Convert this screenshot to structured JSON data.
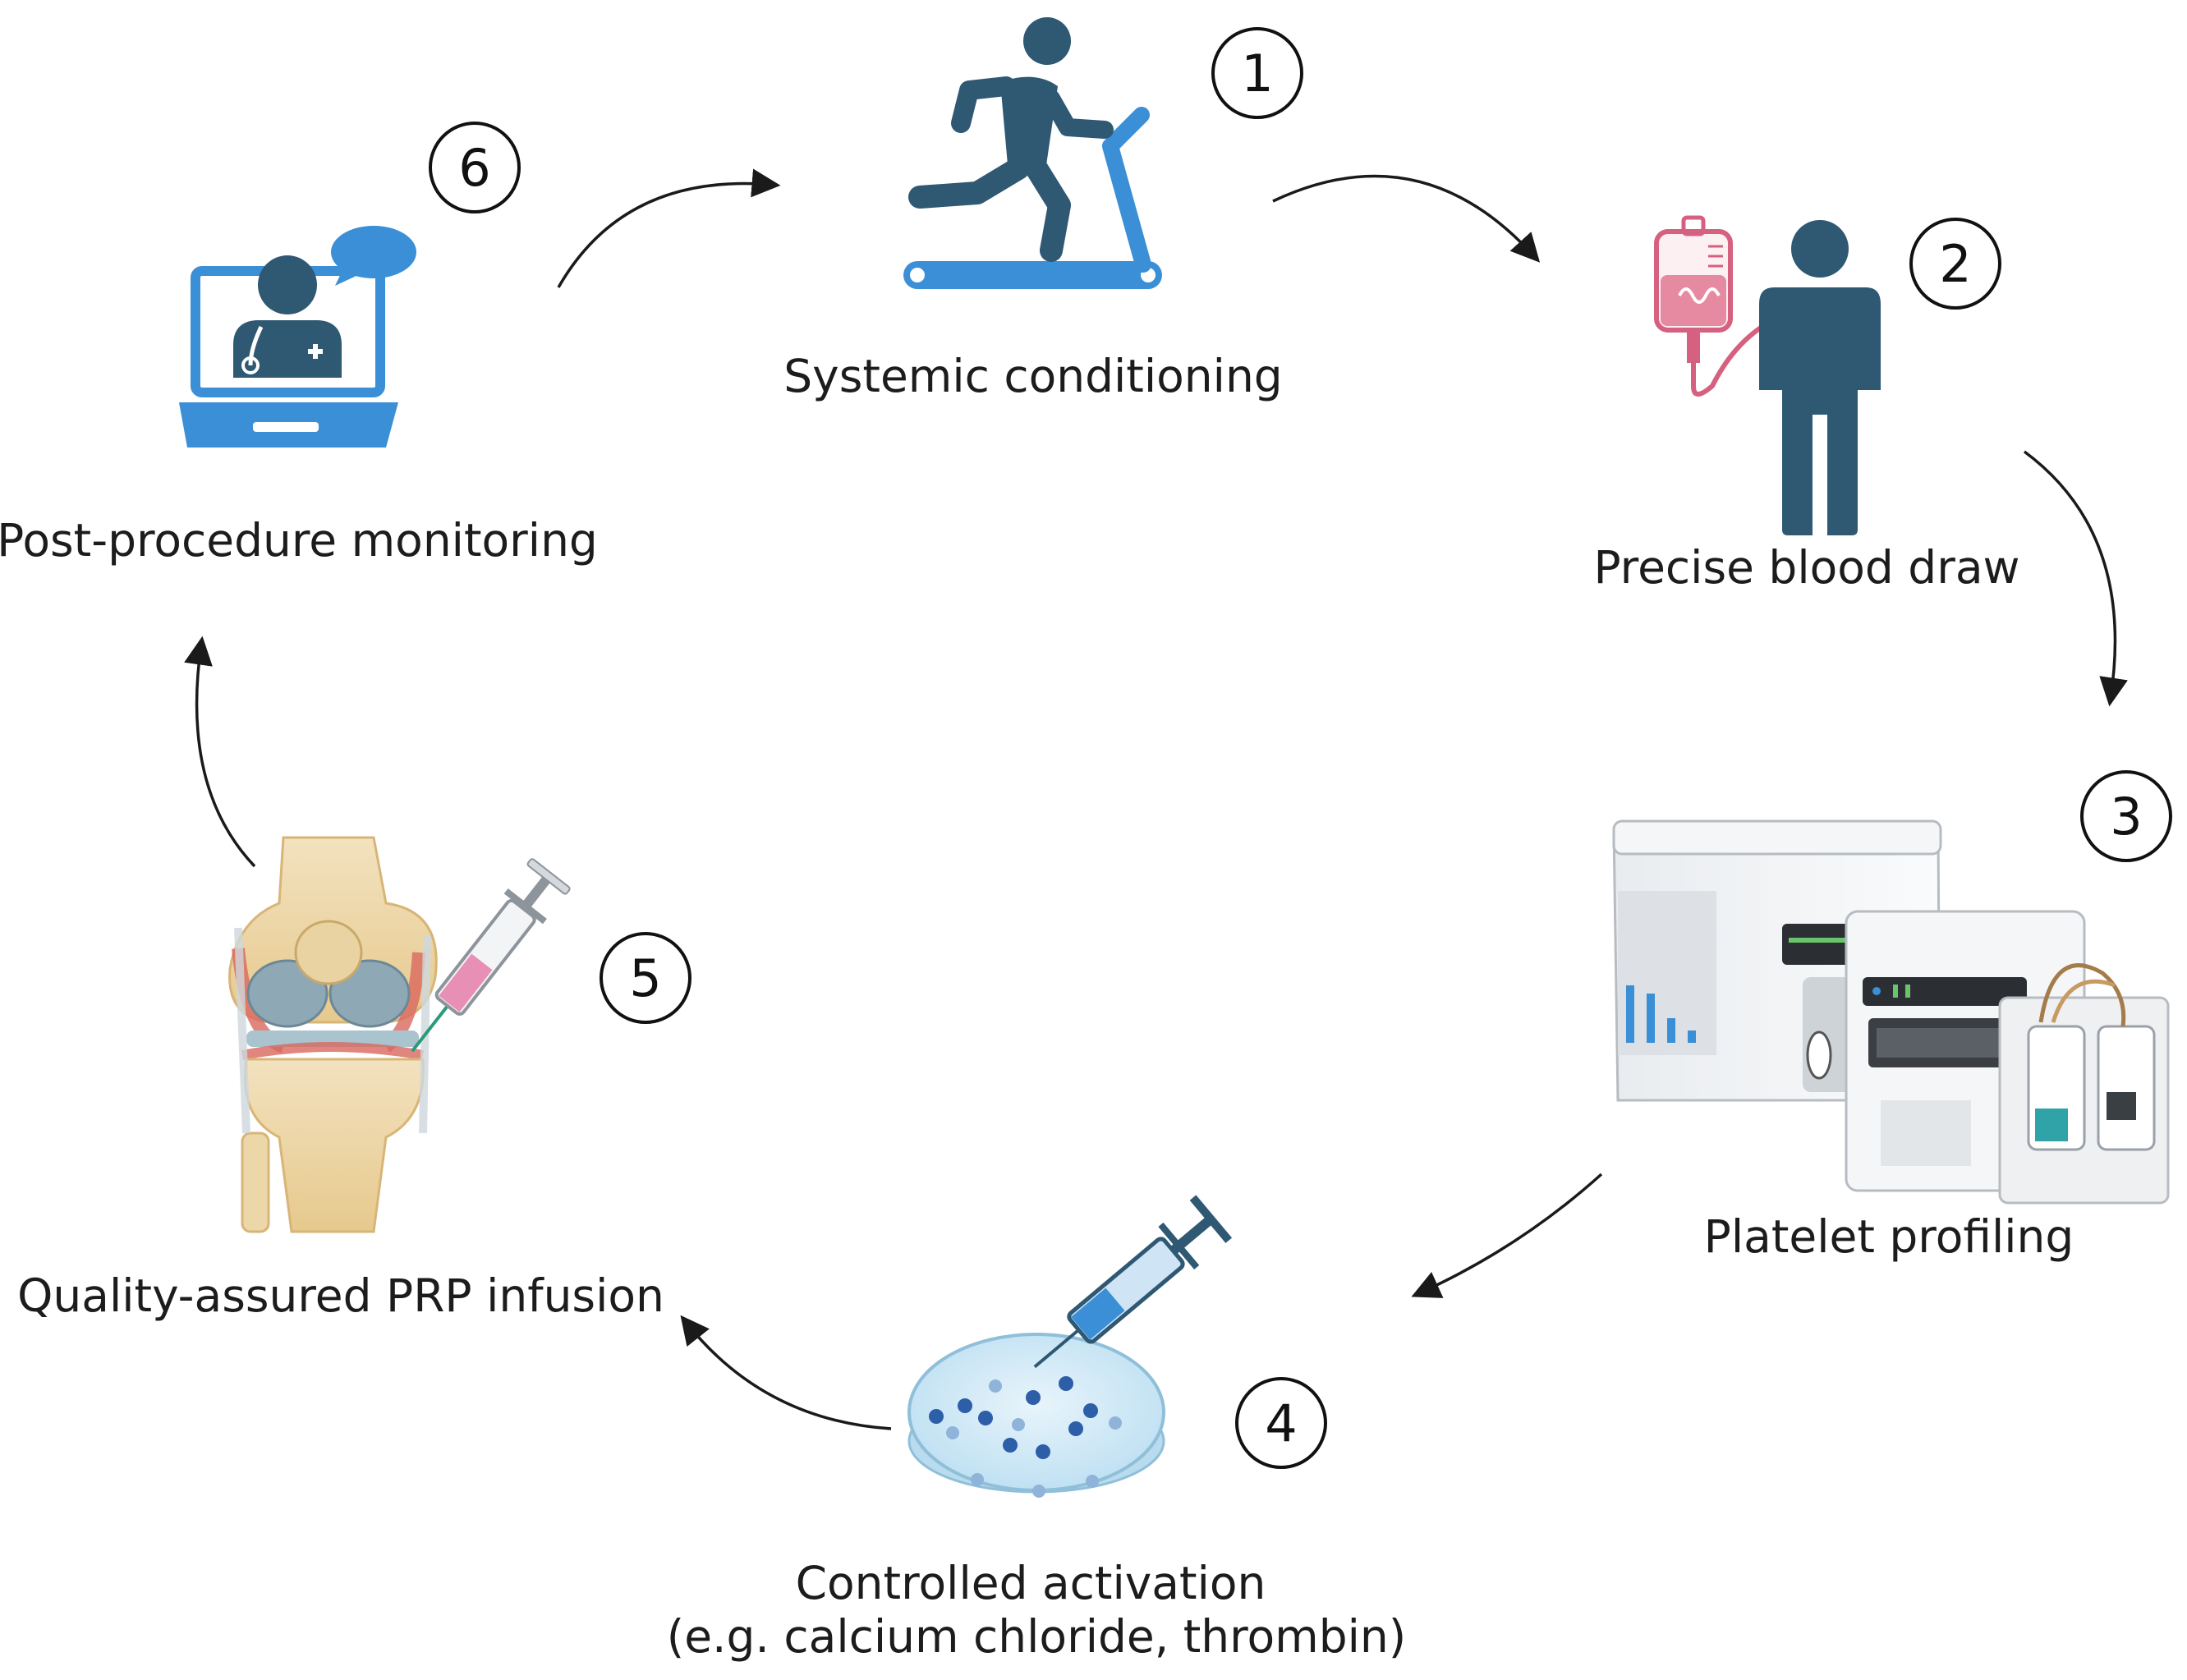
{
  "steps": [
    {
      "number": "1",
      "label": "Systemic conditioning",
      "icon": "treadmill-runner-icon"
    },
    {
      "number": "2",
      "label": "Precise blood draw",
      "icon": "blood-donor-icon"
    },
    {
      "number": "3",
      "label": "Platelet profiling",
      "icon": "lab-analyzer-icon"
    },
    {
      "number": "4",
      "label_line1": "Controlled activation",
      "label_line2": "(e.g. calcium chloride, thrombin)",
      "icon": "petri-dish-syringe-icon"
    },
    {
      "number": "5",
      "label": "Quality-assured PRP infusion",
      "icon": "knee-injection-icon"
    },
    {
      "number": "6",
      "label": "Post-procedure monitoring",
      "icon": "telemedicine-laptop-icon"
    }
  ],
  "colors": {
    "icon_dark": "#2f5873",
    "icon_blue": "#3a8fd6",
    "blood_pink": "#d6607f",
    "arrow": "#1a1a1a"
  }
}
